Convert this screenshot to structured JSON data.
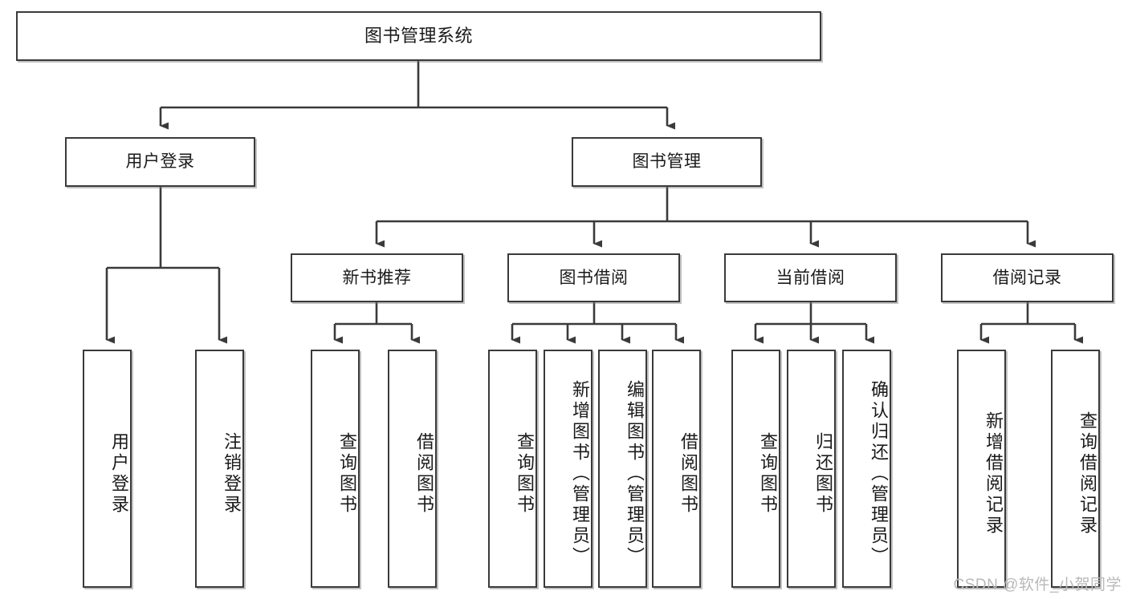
{
  "diagram": {
    "title": "图书管理系统",
    "type": "hierarchy-tree",
    "orientation": "top-down",
    "colors": {
      "box_border": "#3a3a3a",
      "box_fill": "#ffffff",
      "connector": "#3a3a3a",
      "text": "#1a1a1a",
      "watermark": "#b9b9b9"
    },
    "nodes": {
      "root": {
        "label": "图书管理系统"
      },
      "level2": [
        {
          "id": "user-login",
          "label": "用户登录"
        },
        {
          "id": "book-manage",
          "label": "图书管理"
        }
      ],
      "level3": [
        {
          "id": "new-book-recommend",
          "label": "新书推荐"
        },
        {
          "id": "book-borrow",
          "label": "图书借阅"
        },
        {
          "id": "current-borrow",
          "label": "当前借阅"
        },
        {
          "id": "borrow-record",
          "label": "借阅记录"
        }
      ],
      "leaves": {
        "user-login": [
          {
            "id": "leaf-user-login",
            "label": "用户登录"
          },
          {
            "id": "leaf-logout",
            "label": "注销登录"
          }
        ],
        "new-book-recommend": [
          {
            "id": "leaf-query-book-1",
            "label": "查询图书"
          },
          {
            "id": "leaf-borrow-book-1",
            "label": "借阅图书"
          }
        ],
        "book-borrow": [
          {
            "id": "leaf-query-book-2",
            "label": "查询图书"
          },
          {
            "id": "leaf-add-book",
            "label": "新增图书（管理员）"
          },
          {
            "id": "leaf-edit-book",
            "label": "编辑图书（管理员）"
          },
          {
            "id": "leaf-borrow-book-2",
            "label": "借阅图书"
          }
        ],
        "current-borrow": [
          {
            "id": "leaf-query-book-3",
            "label": "查询图书"
          },
          {
            "id": "leaf-return-book",
            "label": "归还图书"
          },
          {
            "id": "leaf-confirm-return",
            "label": "确认归还（管理员）"
          }
        ],
        "borrow-record": [
          {
            "id": "leaf-add-record",
            "label": "新增借阅记录"
          },
          {
            "id": "leaf-query-record",
            "label": "查询借阅记录"
          }
        ]
      }
    },
    "watermark": "CSDN @软件_小贺同学"
  }
}
